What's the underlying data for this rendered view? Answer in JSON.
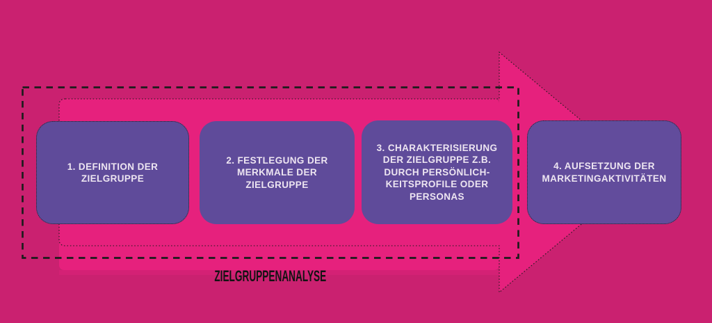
{
  "diagram": {
    "caption": "ZIELGRUPPENANALYSE",
    "steps": [
      {
        "label": "1. DEFINITION DER\nZIELGRUPPE"
      },
      {
        "label": "2. FESTLEGUNG DER\nMERKMALE DER\nZIELGRUPPE"
      },
      {
        "label": "3. CHARAKTERISIERUNG\nDER ZIELGRUPPE Z.B.\nDURCH PERSÖNLICH-\nKEITSPROFILE ODER\nPERSONAS"
      },
      {
        "label": "4. AUFSETZUNG DER\nMARKETINGAKTIVITÄTEN"
      }
    ]
  },
  "colors": {
    "background": "#ca2170",
    "arrow": "#e6217d",
    "box": "#5f4b9a",
    "box_alt": "#624c9c",
    "box_text": "#ede5f1",
    "outline": "#1c1c1c",
    "caption_text": "#131313"
  }
}
